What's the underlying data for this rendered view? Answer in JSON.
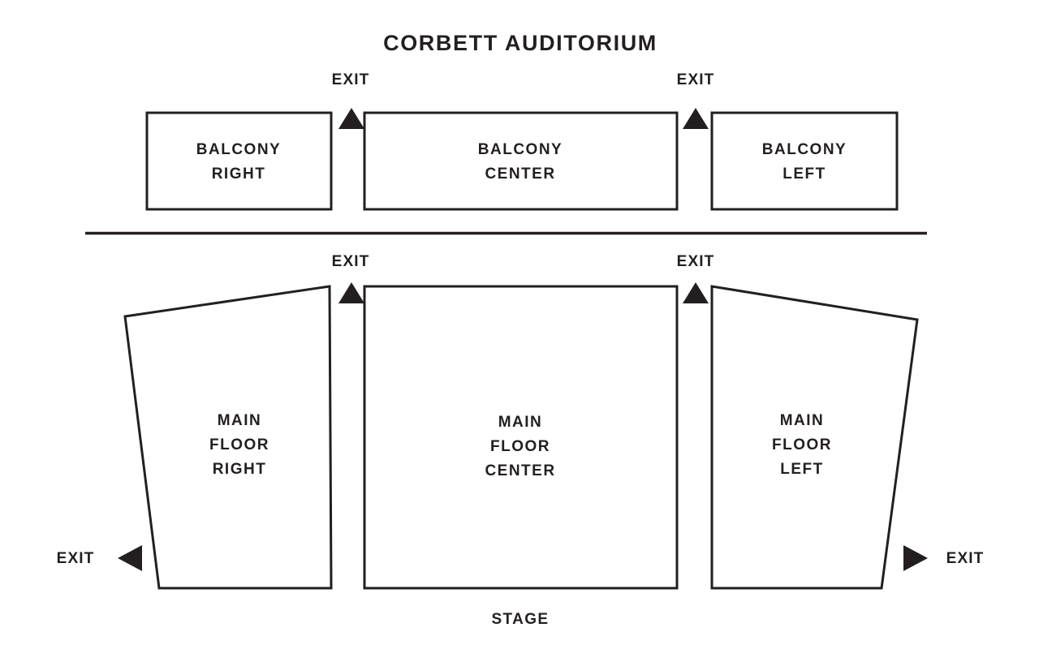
{
  "title": "CORBETT AUDITORIUM",
  "colors": {
    "ink": "#231f20",
    "background": "#ffffff"
  },
  "stage": {
    "label": "STAGE"
  },
  "levels": [
    {
      "id": "balcony",
      "sections": [
        {
          "id": "balcony-right",
          "line1": "BALCONY",
          "line2": "RIGHT",
          "line3": ""
        },
        {
          "id": "balcony-center",
          "line1": "BALCONY",
          "line2": "CENTER",
          "line3": ""
        },
        {
          "id": "balcony-left",
          "line1": "BALCONY",
          "line2": "LEFT",
          "line3": ""
        }
      ]
    },
    {
      "id": "main-floor",
      "sections": [
        {
          "id": "main-floor-right",
          "line1": "MAIN",
          "line2": "FLOOR",
          "line3": "RIGHT"
        },
        {
          "id": "main-floor-center",
          "line1": "MAIN",
          "line2": "FLOOR",
          "line3": "CENTER"
        },
        {
          "id": "main-floor-left",
          "line1": "MAIN",
          "line2": "FLOOR",
          "line3": "LEFT"
        }
      ]
    }
  ],
  "exits": [
    {
      "id": "exit-balcony-left-aisle",
      "label": "EXIT",
      "direction": "up"
    },
    {
      "id": "exit-balcony-right-aisle",
      "label": "EXIT",
      "direction": "up"
    },
    {
      "id": "exit-mainfloor-left-aisle",
      "label": "EXIT",
      "direction": "up"
    },
    {
      "id": "exit-mainfloor-right-aisle",
      "label": "EXIT",
      "direction": "up"
    },
    {
      "id": "exit-side-west",
      "label": "EXIT",
      "direction": "left"
    },
    {
      "id": "exit-side-east",
      "label": "EXIT",
      "direction": "right"
    }
  ]
}
